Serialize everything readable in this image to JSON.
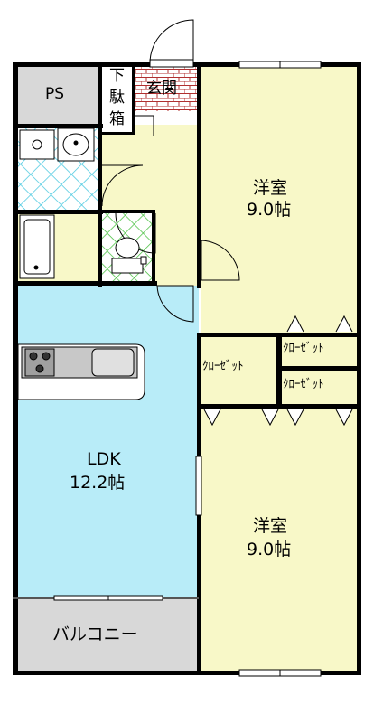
{
  "rooms": {
    "ps": "PS",
    "shoe_cabinet": [
      "下",
      "駄",
      "箱"
    ],
    "entrance": "玄関",
    "western_room_1": {
      "name": "洋室",
      "size": "9.0帖"
    },
    "western_room_2": {
      "name": "洋室",
      "size": "9.0帖"
    },
    "ldk": {
      "name": "LDK",
      "size": "12.2帖"
    },
    "closet_center": "ｸﾛｰｾﾞｯﾄ",
    "closet_upper": "ｸﾛｰｾﾞｯﾄ",
    "closet_lower": "ｸﾛｰｾﾞｯﾄ",
    "balcony": "バルコニー"
  },
  "colors": {
    "room_fill": "#f8f8c8",
    "ldk_fill": "#b8ecf8",
    "ps_fill": "#d8d8d8",
    "wall": "#000000",
    "tile_line": "#48c8e0",
    "toilet_tile_line": "#48c040",
    "entrance_tile_line": "#b03030"
  }
}
